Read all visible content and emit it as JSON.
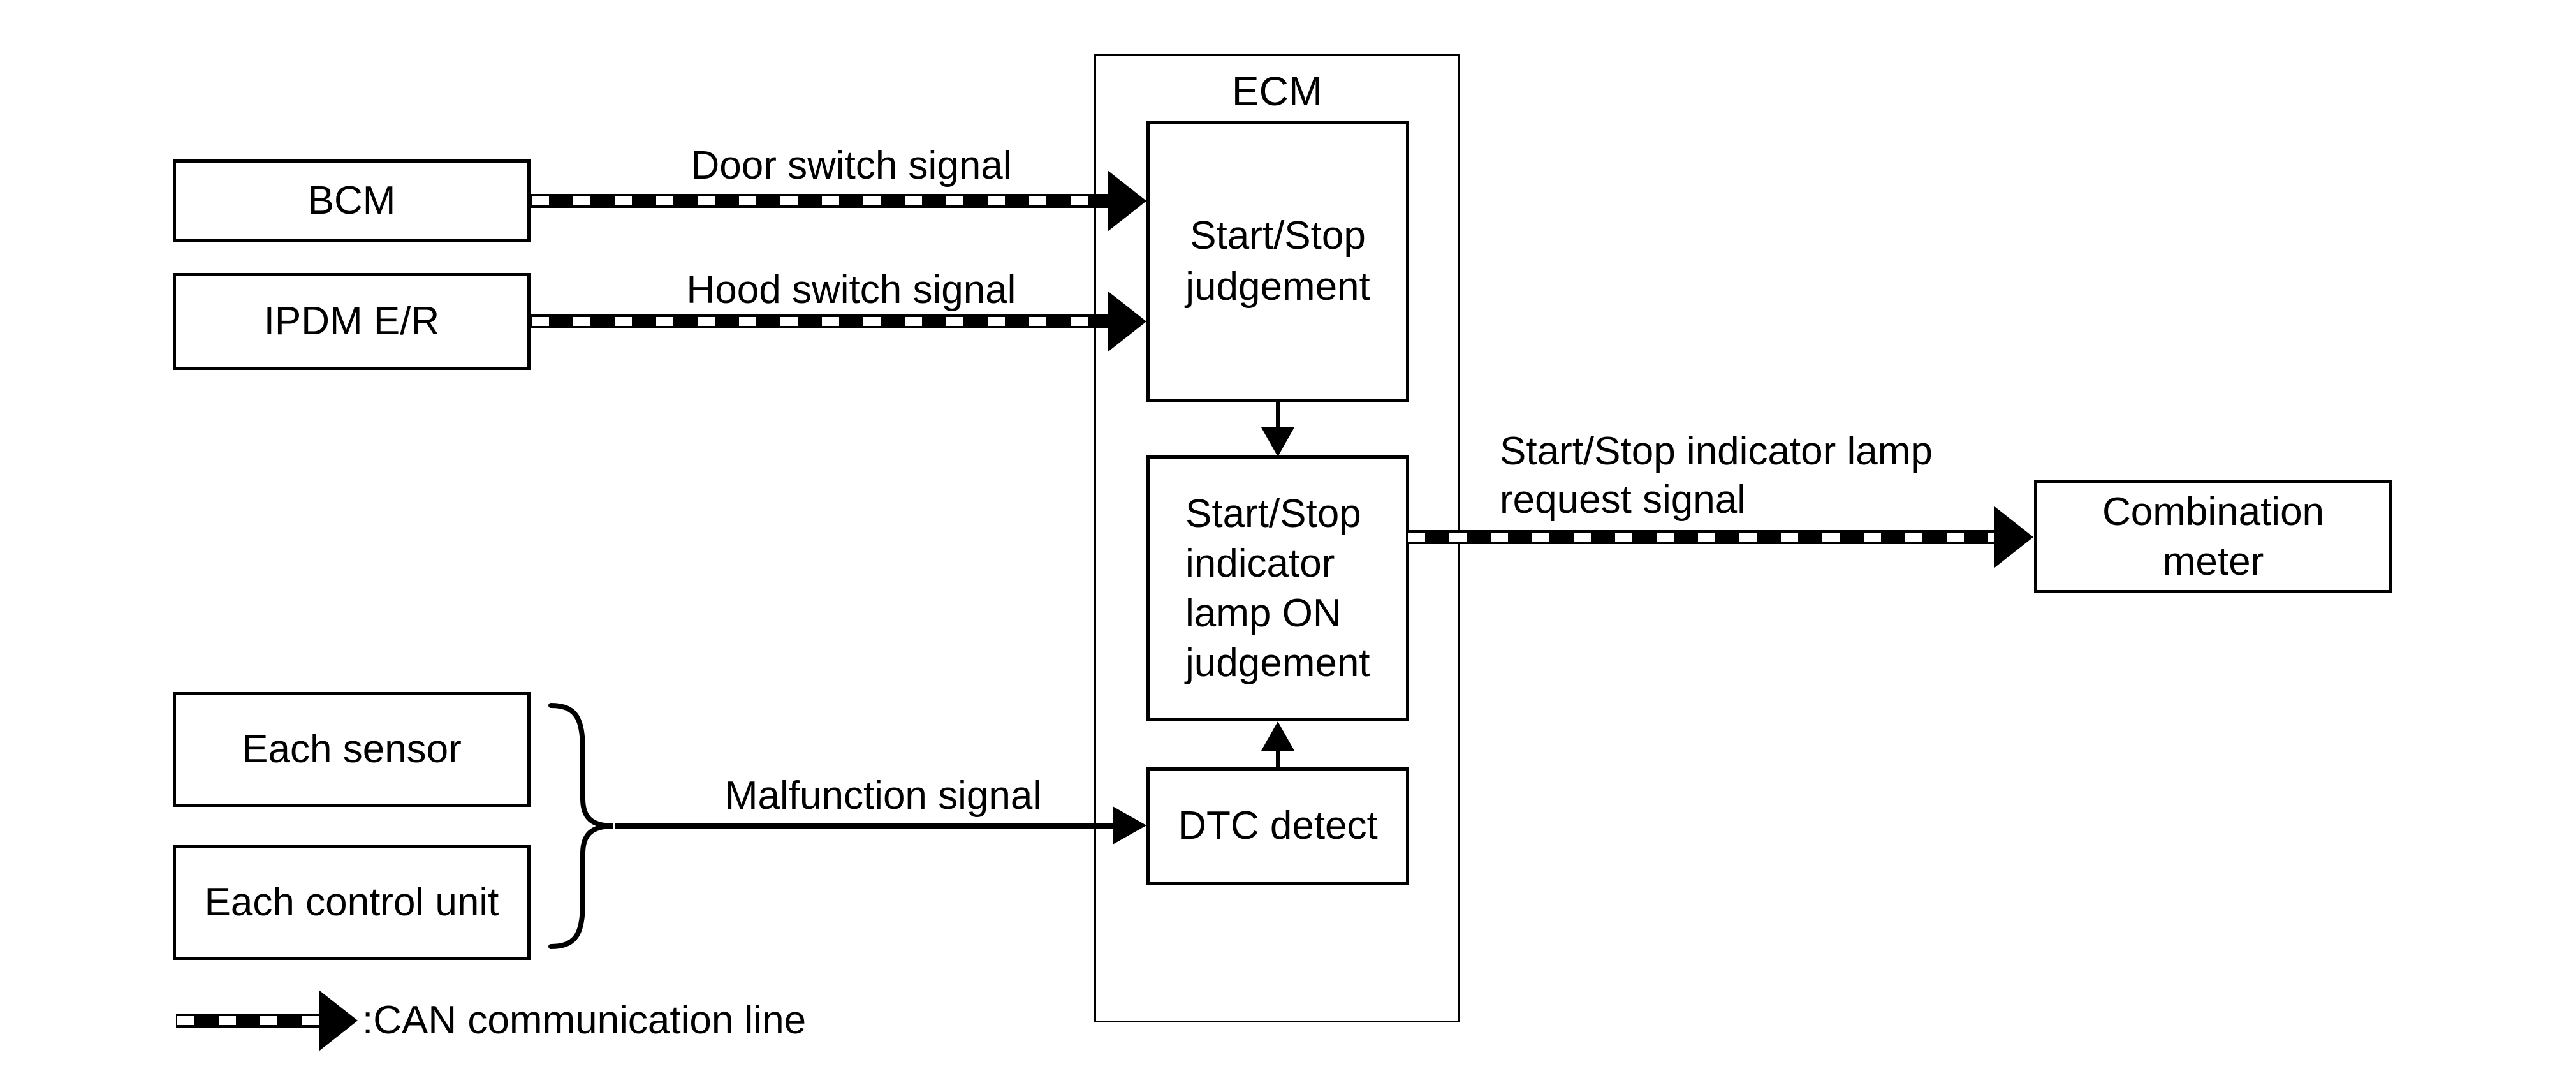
{
  "diagram": {
    "nodes": {
      "bcm": {
        "label": "BCM"
      },
      "ipdm": {
        "label": "IPDM E/R"
      },
      "ecm": {
        "label": "ECM"
      },
      "start_stop_judgement": {
        "lines": [
          "Start/Stop",
          "judgement"
        ]
      },
      "indicator_lamp_judgement": {
        "lines": [
          "Start/Stop",
          "indicator",
          "lamp ON",
          "judgement"
        ]
      },
      "dtc_detect": {
        "label": "DTC detect"
      },
      "each_sensor": {
        "label": "Each sensor"
      },
      "each_control_unit": {
        "label": "Each control unit"
      },
      "combination_meter": {
        "lines": [
          "Combination",
          "meter"
        ]
      }
    },
    "signals": {
      "door": {
        "label": "Door switch signal"
      },
      "hood": {
        "label": "Hood switch signal"
      },
      "malfunction": {
        "label": "Malfunction signal"
      },
      "lamp_request": {
        "lines": [
          "Start/Stop indicator lamp",
          "request signal"
        ]
      }
    },
    "legend": {
      "label": ":CAN communication line"
    },
    "colors": {
      "foreground": "#000000",
      "background": "#ffffff"
    }
  }
}
